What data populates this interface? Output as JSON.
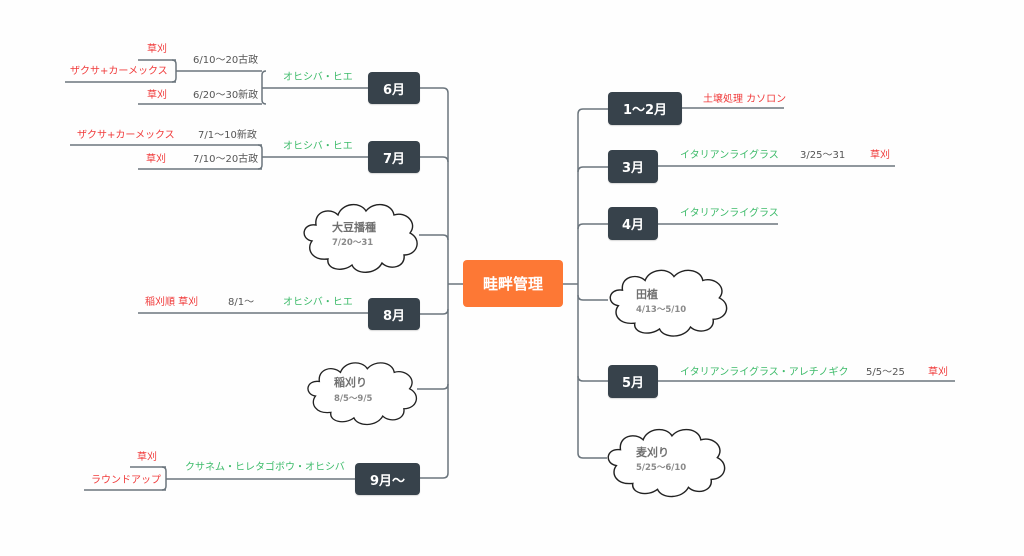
{
  "title": "畦畔管理",
  "colors": {
    "central": "#fd7835",
    "month_node": "#37424b",
    "weeds_text": "#3dbb6a",
    "action_text": "#f03a3a",
    "date_text": "#555555",
    "line": "#6b757d"
  },
  "left_branches": [
    {
      "month": "6月",
      "weeds": "オヒシバ・ヒエ",
      "periods": [
        {
          "dates": "6/10〜20古政",
          "actions": [
            "草刈",
            "ザクサ+カーメックス"
          ]
        },
        {
          "dates": "6/20〜30新政",
          "actions": [
            "草刈"
          ]
        }
      ]
    },
    {
      "month": "7月",
      "weeds": "オヒシバ・ヒエ",
      "periods": [
        {
          "dates": "7/1〜10新政",
          "actions": [
            "ザクサ+カーメックス"
          ]
        },
        {
          "dates": "7/10〜20古政",
          "actions": [
            "草刈"
          ]
        }
      ]
    },
    {
      "event": "大豆播種",
      "dates": "7/20〜31"
    },
    {
      "month": "8月",
      "weeds": "オヒシバ・ヒエ",
      "periods": [
        {
          "dates": "8/1〜",
          "actions": [
            "稲刈順 草刈"
          ]
        }
      ]
    },
    {
      "event": "稲刈り",
      "dates": "8/5〜9/5"
    },
    {
      "month": "9月〜",
      "weeds": "クサネム・ヒレタゴボウ・オヒシバ",
      "actions": [
        "草刈",
        "ラウンドアップ"
      ]
    }
  ],
  "right_branches": [
    {
      "month": "1〜2月",
      "treatment": "土壌処理 カソロン"
    },
    {
      "month": "3月",
      "weeds": "イタリアンライグラス",
      "dates": "3/25〜31",
      "action": "草刈"
    },
    {
      "month": "4月",
      "weeds": "イタリアンライグラス"
    },
    {
      "event": "田植",
      "dates": "4/13〜5/10"
    },
    {
      "month": "5月",
      "weeds": "イタリアンライグラス・アレチノギク",
      "dates": "5/5〜25",
      "action": "草刈"
    },
    {
      "event": "麦刈り",
      "dates": "5/25〜6/10"
    }
  ]
}
